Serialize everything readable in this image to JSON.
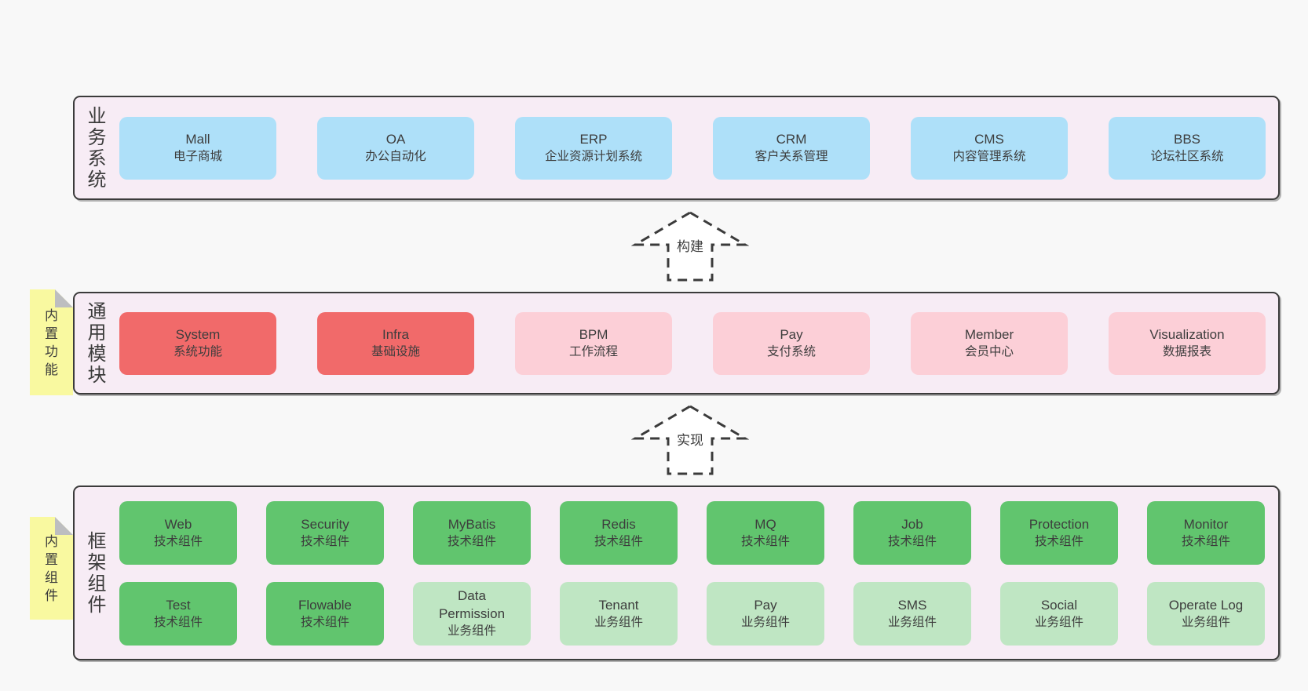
{
  "diagram": {
    "colors": {
      "page_bg": "#f8f8f8",
      "layer_bg": "#f7ecf5",
      "border": "#3b3b3b",
      "tag_bg": "#f9f9a0",
      "fold_gray": "#bdbec0",
      "blue": "#aee0f9",
      "red": "#f16a6a",
      "pink": "#fccfd7",
      "green": "#61c56e",
      "lightgreen": "#bfe6c3",
      "text": "#3d3d3d"
    },
    "arrows": [
      {
        "label": "构建"
      },
      {
        "label": "实现"
      }
    ],
    "layers": [
      {
        "name": "business-systems",
        "label": "业务系统",
        "tag": "",
        "boxes": [
          {
            "title": "Mall",
            "subtitle": "电子商城",
            "variant": "blue"
          },
          {
            "title": "OA",
            "subtitle": "办公自动化",
            "variant": "blue"
          },
          {
            "title": "ERP",
            "subtitle": "企业资源计划系统",
            "variant": "blue"
          },
          {
            "title": "CRM",
            "subtitle": "客户关系管理",
            "variant": "blue"
          },
          {
            "title": "CMS",
            "subtitle": "内容管理系统",
            "variant": "blue"
          },
          {
            "title": "BBS",
            "subtitle": "论坛社区系统",
            "variant": "blue"
          }
        ]
      },
      {
        "name": "common-modules",
        "label": "通用模块",
        "tag": "内置功能",
        "boxes": [
          {
            "title": "System",
            "subtitle": "系统功能",
            "variant": "red"
          },
          {
            "title": "Infra",
            "subtitle": "基础设施",
            "variant": "red"
          },
          {
            "title": "BPM",
            "subtitle": "工作流程",
            "variant": "pink"
          },
          {
            "title": "Pay",
            "subtitle": "支付系统",
            "variant": "pink"
          },
          {
            "title": "Member",
            "subtitle": "会员中心",
            "variant": "pink"
          },
          {
            "title": "Visualization",
            "subtitle": "数据报表",
            "variant": "pink"
          }
        ]
      },
      {
        "name": "framework-components",
        "label": "框架组件",
        "tag": "内置组件",
        "rows": [
          [
            {
              "title": "Web",
              "subtitle": "技术组件",
              "variant": "green"
            },
            {
              "title": "Security",
              "subtitle": "技术组件",
              "variant": "green"
            },
            {
              "title": "MyBatis",
              "subtitle": "技术组件",
              "variant": "green"
            },
            {
              "title": "Redis",
              "subtitle": "技术组件",
              "variant": "green"
            },
            {
              "title": "MQ",
              "subtitle": "技术组件",
              "variant": "green"
            },
            {
              "title": "Job",
              "subtitle": "技术组件",
              "variant": "green"
            },
            {
              "title": "Protection",
              "subtitle": "技术组件",
              "variant": "green"
            },
            {
              "title": "Monitor",
              "subtitle": "技术组件",
              "variant": "green"
            }
          ],
          [
            {
              "title": "Test",
              "subtitle": "技术组件",
              "variant": "green"
            },
            {
              "title": "Flowable",
              "subtitle": "技术组件",
              "variant": "green"
            },
            {
              "title": "Data\nPermission",
              "subtitle": "业务组件",
              "variant": "lightgreen"
            },
            {
              "title": "Tenant",
              "subtitle": "业务组件",
              "variant": "lightgreen"
            },
            {
              "title": "Pay",
              "subtitle": "业务组件",
              "variant": "lightgreen"
            },
            {
              "title": "SMS",
              "subtitle": "业务组件",
              "variant": "lightgreen"
            },
            {
              "title": "Social",
              "subtitle": "业务组件",
              "variant": "lightgreen"
            },
            {
              "title": "Operate Log",
              "subtitle": "业务组件",
              "variant": "lightgreen"
            }
          ]
        ]
      }
    ]
  }
}
